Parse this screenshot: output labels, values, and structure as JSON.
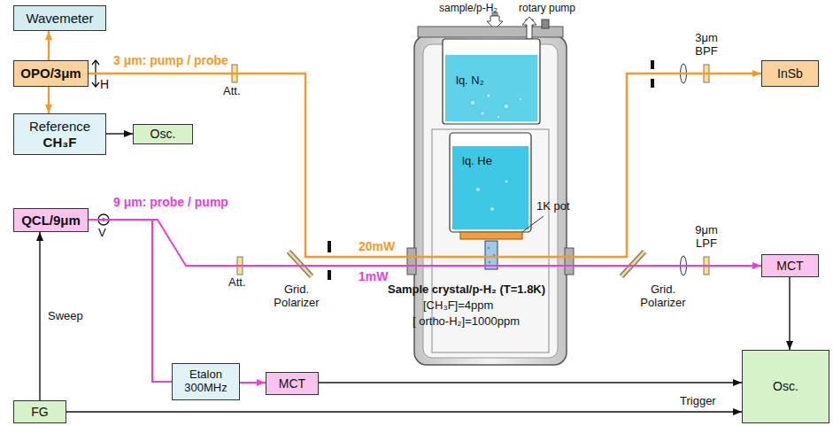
{
  "diagram": {
    "nodes": [
      {
        "text": [
          "Wavemeter"
        ]
      },
      {
        "text": [
          "OPO/3μm"
        ]
      },
      {
        "text": [
          "Reference",
          "CH₃F"
        ]
      },
      {
        "text": [
          "Osc."
        ]
      },
      {
        "text": [
          "QCL/9μm"
        ]
      },
      {
        "text": [
          "Etalon 300MHz"
        ]
      },
      {
        "text": [
          "MCT"
        ]
      },
      {
        "text": [
          "FG"
        ]
      },
      {
        "text": [
          "InSb"
        ]
      },
      {
        "text": [
          "MCT"
        ]
      },
      {
        "text": [
          "Osc."
        ]
      }
    ],
    "edges": [
      {
        "from": 1,
        "to": 0,
        "arrow": "to"
      },
      {
        "from": 1,
        "to": 2,
        "arrow": "to"
      },
      {
        "from": 2,
        "to": 3,
        "arrow": "to"
      },
      {
        "from": 1,
        "to": 8,
        "arrow": "to"
      },
      {
        "from": 4,
        "to": 9,
        "arrow": "to"
      },
      {
        "from": 4,
        "to": 5,
        "arrow": "none"
      },
      {
        "from": 5,
        "to": 6,
        "arrow": "to"
      },
      {
        "from": 6,
        "to": 10,
        "arrow": "to"
      },
      {
        "from": 7,
        "to": 4,
        "label": "Sweep",
        "arrow": "to"
      },
      {
        "from": 7,
        "to": 10,
        "label": "Trigger",
        "arrow": "to"
      },
      {
        "from": 9,
        "to": 10,
        "arrow": "to"
      }
    ],
    "labels": [
      "3 μm: pump / probe",
      "H",
      "Att.",
      "9 μm: probe / pump",
      "V",
      "Att.",
      "Grid. Polarizer",
      "20mW",
      "1mW",
      "sample/p-H₂",
      "rotary pump",
      "lq. N₂",
      "lq. He",
      "1K pot",
      "Sample crystal/p-H₂ (T=1.8K)",
      "[CH₃F]=4ppm",
      "[ ortho-H₂]=1000ppm",
      "3μm BPF",
      "9μm LPF",
      "Grid. Polarizer"
    ]
  }
}
